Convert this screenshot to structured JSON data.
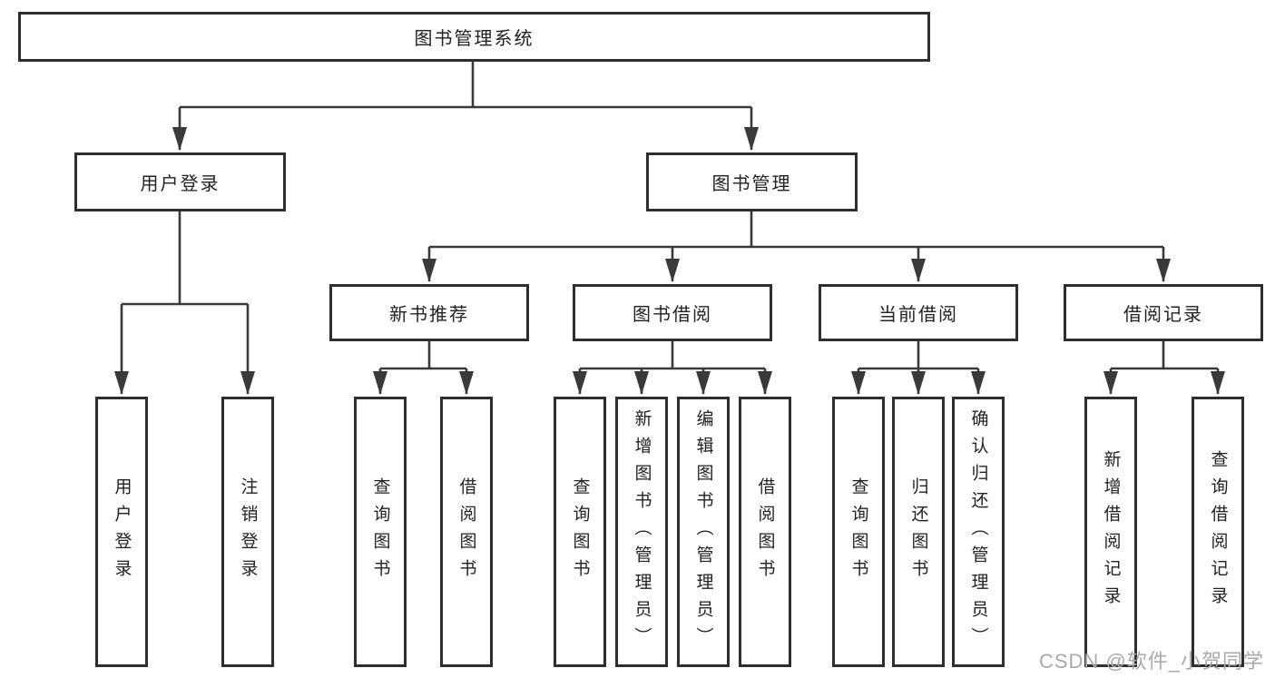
{
  "diagram": {
    "root": {
      "label": "图书管理系统"
    },
    "level1": [
      {
        "id": "user-login",
        "label": "用户登录"
      },
      {
        "id": "book-management",
        "label": "图书管理"
      }
    ],
    "level2": [
      {
        "id": "new-book-recommend",
        "label": "新书推荐"
      },
      {
        "id": "book-borrow",
        "label": "图书借阅"
      },
      {
        "id": "current-borrow",
        "label": "当前借阅"
      },
      {
        "id": "borrow-records",
        "label": "借阅记录"
      }
    ],
    "leaves": {
      "user_login": [
        {
          "label": "用户登录"
        },
        {
          "label": "注销登录"
        }
      ],
      "new_book_recommend": [
        {
          "label": "查询图书"
        },
        {
          "label": "借阅图书"
        }
      ],
      "book_borrow": [
        {
          "label": "查询图书"
        },
        {
          "label": "新增图书（管理员）"
        },
        {
          "label": "编辑图书（管理员）"
        },
        {
          "label": "借阅图书"
        }
      ],
      "current_borrow": [
        {
          "label": "查询图书"
        },
        {
          "label": "归还图书"
        },
        {
          "label": "确认归还（管理员）"
        }
      ],
      "borrow_records": [
        {
          "label": "新增借阅记录"
        },
        {
          "label": "查询借阅记录"
        }
      ]
    }
  },
  "icons": {
    "arrowhead": "down-arrow-icon"
  },
  "colors": {
    "line": "#3a3a3a",
    "box_border": "#2e2e2e",
    "box_fill": "#ffffff",
    "text": "#222222",
    "watermark": "#a9a9a9",
    "background": "#ffffff"
  },
  "watermark": {
    "text": "CSDN @软件_小贺同学"
  }
}
